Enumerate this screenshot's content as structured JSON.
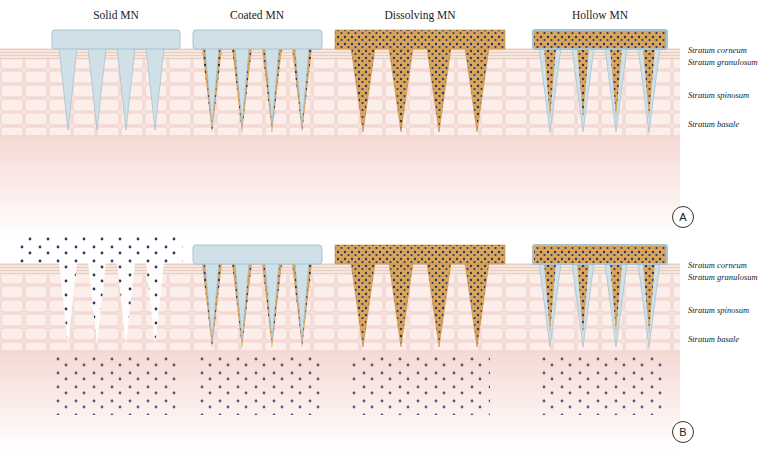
{
  "diagram": {
    "nodes": [
      {
        "text": [
          "A"
        ]
      },
      {
        "text": [
          "B"
        ]
      }
    ],
    "labels": [
      "Solid MN",
      "Coated MN",
      "Dissolving MN",
      "Hollow MN",
      "Stratum corneum",
      "Stratum granulosum",
      "Stratum spinosum",
      "Stratum basale",
      "Stratum corneum",
      "Stratum granulosum",
      "Stratum spinosum",
      "Stratum basale"
    ]
  }
}
